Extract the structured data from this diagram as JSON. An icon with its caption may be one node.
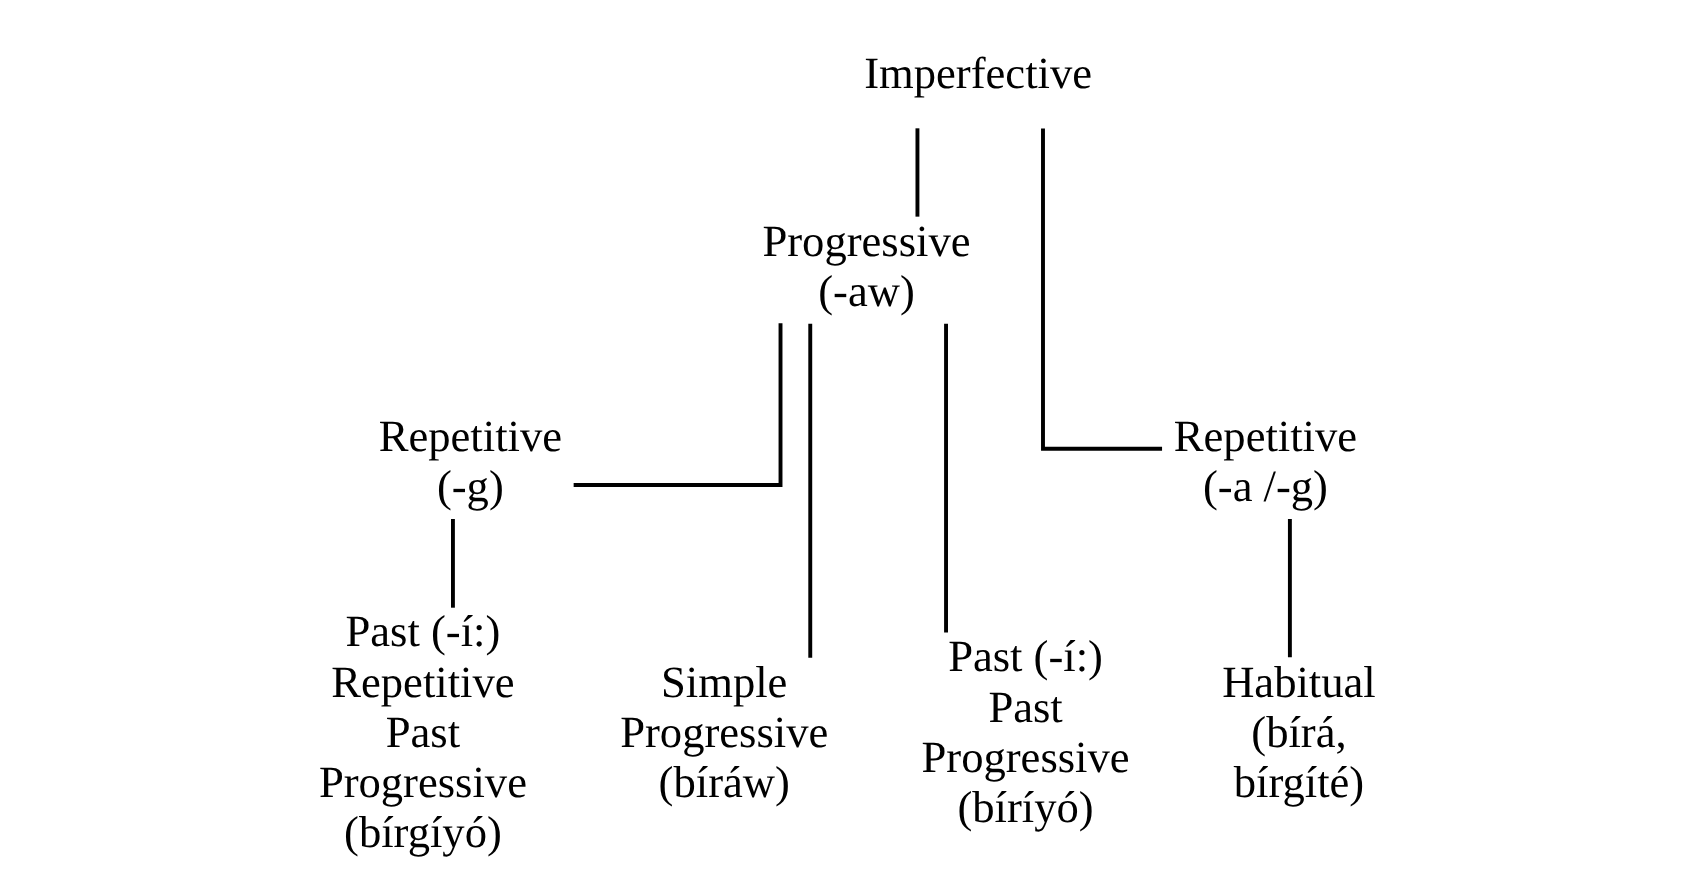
{
  "diagram": {
    "nodes": [
      {
        "text": [
          "Imperfective"
        ]
      },
      {
        "text": [
          "Progressive (-aw)"
        ]
      },
      {
        "text": [
          "Repetitive (-g)"
        ]
      },
      {
        "text": [
          "Repetitive (-a /-g)"
        ]
      },
      {
        "text": [
          "Simple Progressive (bíráw)"
        ]
      },
      {
        "text": [
          "Past (-í:)",
          "Past Progressive (bíríyó)"
        ]
      },
      {
        "text": [
          "Past (-í:)",
          "Repetitive Past Progressive (bírgíyó)"
        ]
      },
      {
        "text": [
          "Habitual (bírá, bírgíté)"
        ]
      }
    ],
    "edges": [
      {
        "from": 0,
        "to": 1,
        "arrow": "none"
      },
      {
        "from": 0,
        "to": 3,
        "arrow": "none"
      },
      {
        "from": 1,
        "to": 4,
        "arrow": "none"
      },
      {
        "from": 1,
        "to": 5,
        "arrow": "none"
      },
      {
        "from": 1,
        "to": 2,
        "arrow": "none"
      },
      {
        "from": 2,
        "to": 6,
        "arrow": "none"
      },
      {
        "from": 3,
        "to": 7,
        "arrow": "none"
      }
    ]
  }
}
